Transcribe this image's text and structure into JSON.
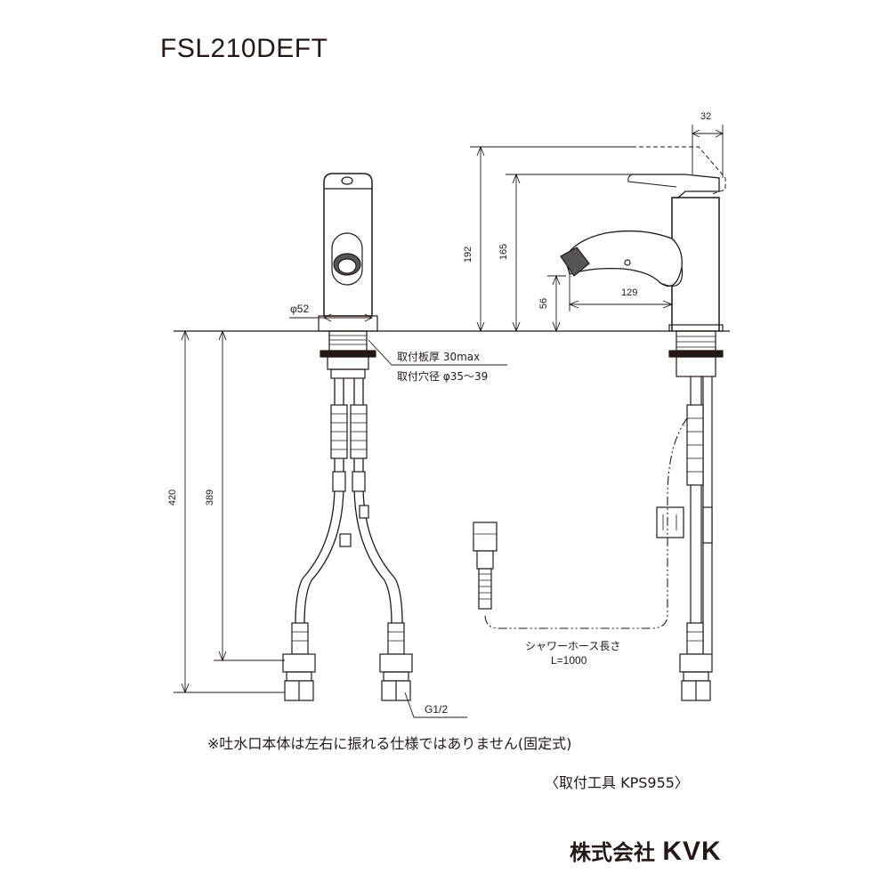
{
  "title": "FSL210DEFT",
  "dimensions": {
    "d420": "420",
    "d389": "389",
    "phi52": "φ52",
    "d192": "192",
    "d165": "165",
    "d56": "56",
    "d129": "129",
    "d32": "32"
  },
  "labels": {
    "plate_thickness": "取付板厚 30max",
    "hole_diameter": "取付穴径 φ35～39",
    "thread": "G1/2",
    "hose_length_title": "シャワーホース長さ",
    "hose_length_value": "L=1000"
  },
  "notes": {
    "fixed_spout": "※吐水口本体は左右に振れる仕様ではありません(固定式)",
    "tool": "〈取付工具 KPS955〉"
  },
  "brand": {
    "company": "株式会社",
    "name": "KVK"
  }
}
